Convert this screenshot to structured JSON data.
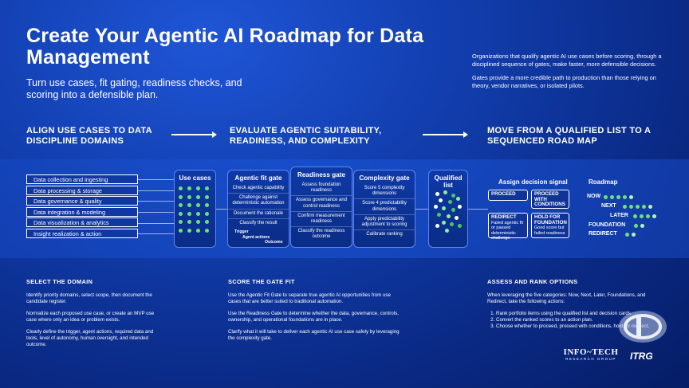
{
  "header": {
    "title": "Create Your Agentic AI Roadmap for Data Management",
    "subtitle": "Turn use cases, fit gating, readiness checks, and scoring into a defensible plan.",
    "intro": [
      "Organizations that qualify agentic AI use cases before scoring, through a disciplined sequence of gates, make faster, more defensible decisions.",
      "Gates provide a more credible path to production than those relying on theory, vendor narratives, or isolated pilots."
    ]
  },
  "sections": {
    "align": "ALIGN USE CASES TO DATA DISCIPLINE DOMAINS",
    "evaluate": "EVALUATE AGENTIC SUITABILITY, READINESS, AND COMPLEXITY",
    "move": "MOVE FROM A QUALIFIED LIST TO A SEQUENCED ROAD MAP"
  },
  "domains": [
    "Data collection and ingesting",
    "Data processing & storage",
    "Data governance & quality",
    "Data integration & modeling",
    "Data visualization & analytics",
    "Insight realization & action"
  ],
  "use_cases": {
    "title": "Use cases"
  },
  "gates": {
    "fit": {
      "title": "Agentic fit gate",
      "items": [
        "Check agentic capability",
        "Challenge against deterministic automation",
        "Document the rationale",
        "Classify the result"
      ],
      "flow": {
        "trigger": "Trigger",
        "actions": "Agent actions",
        "outcome": "Outcome"
      }
    },
    "readiness": {
      "title": "Readiness gate",
      "items": [
        "Assess foundation readiness",
        "Assess governance and control readiness",
        "Confirm measurement readiness",
        "Classify the readiness outcome"
      ]
    },
    "complexity": {
      "title": "Complexity gate",
      "items": [
        "Score 5 complexity dimensions",
        "Score 4 predictability dimensions",
        "Apply predictability adjustment to scoring",
        "Calibrate ranking"
      ]
    }
  },
  "qualified": {
    "title": "Qualified list"
  },
  "signal": {
    "title": "Assign decision signal",
    "proceed": "PROCEED",
    "proceed_conditions": "PROCEED WITH CONDITIONS",
    "redirect": "REDIRECT",
    "redirect_desc": "Failed agentic fit or passed deterministic challenge",
    "hold": "HOLD FOR FOUNDATION",
    "hold_desc": "Good score but failed readiness"
  },
  "roadmap": {
    "title": "Roadmap",
    "rows": [
      "NOW",
      "NEXT",
      "LATER",
      "FOUNDATION",
      "REDIRECT"
    ]
  },
  "columns": {
    "select": {
      "title": "SELECT THE DOMAIN",
      "paras": [
        "Identify priority domains, select scope, then document the candidate register.",
        "Normalize each proposed use case, or create an MVP use case where only an idea or problem exists.",
        "Clearly define the trigger, agent actions, required data and tools, level of autonomy, human oversight, and intended outcome."
      ]
    },
    "score": {
      "title": "SCORE THE GATE FIT",
      "paras": [
        "Use the Agentic Fit Gate to separate true agentic AI opportunities from use cases that are better suited to traditional automation.",
        "Use the Readiness Gate to determine whether the data, governance, controls, ownership, and operational foundations are in place.",
        "Clarify what it will take to deliver each agentic AI use case safely by leveraging the complexity gate."
      ]
    },
    "assess": {
      "title": "ASSESS AND RANK OPTIONS",
      "intro": "When leveraging the five categories: Now, Next, Later, Foundations, and Redirect, take the following actions:",
      "steps": [
        "Rank portfolio items using the qualified list and decision cards.",
        "Convert the ranked scores to an action plan.",
        "Choose whether to proceed, proceed with conditions, hold, or redirect."
      ]
    }
  },
  "logo": {
    "main": "INFO~TECH",
    "sub": "RESEARCH GROUP",
    "mark": "ITRG"
  },
  "colors": {
    "accent_green": "#6fe07a",
    "background": "#123fb0"
  }
}
